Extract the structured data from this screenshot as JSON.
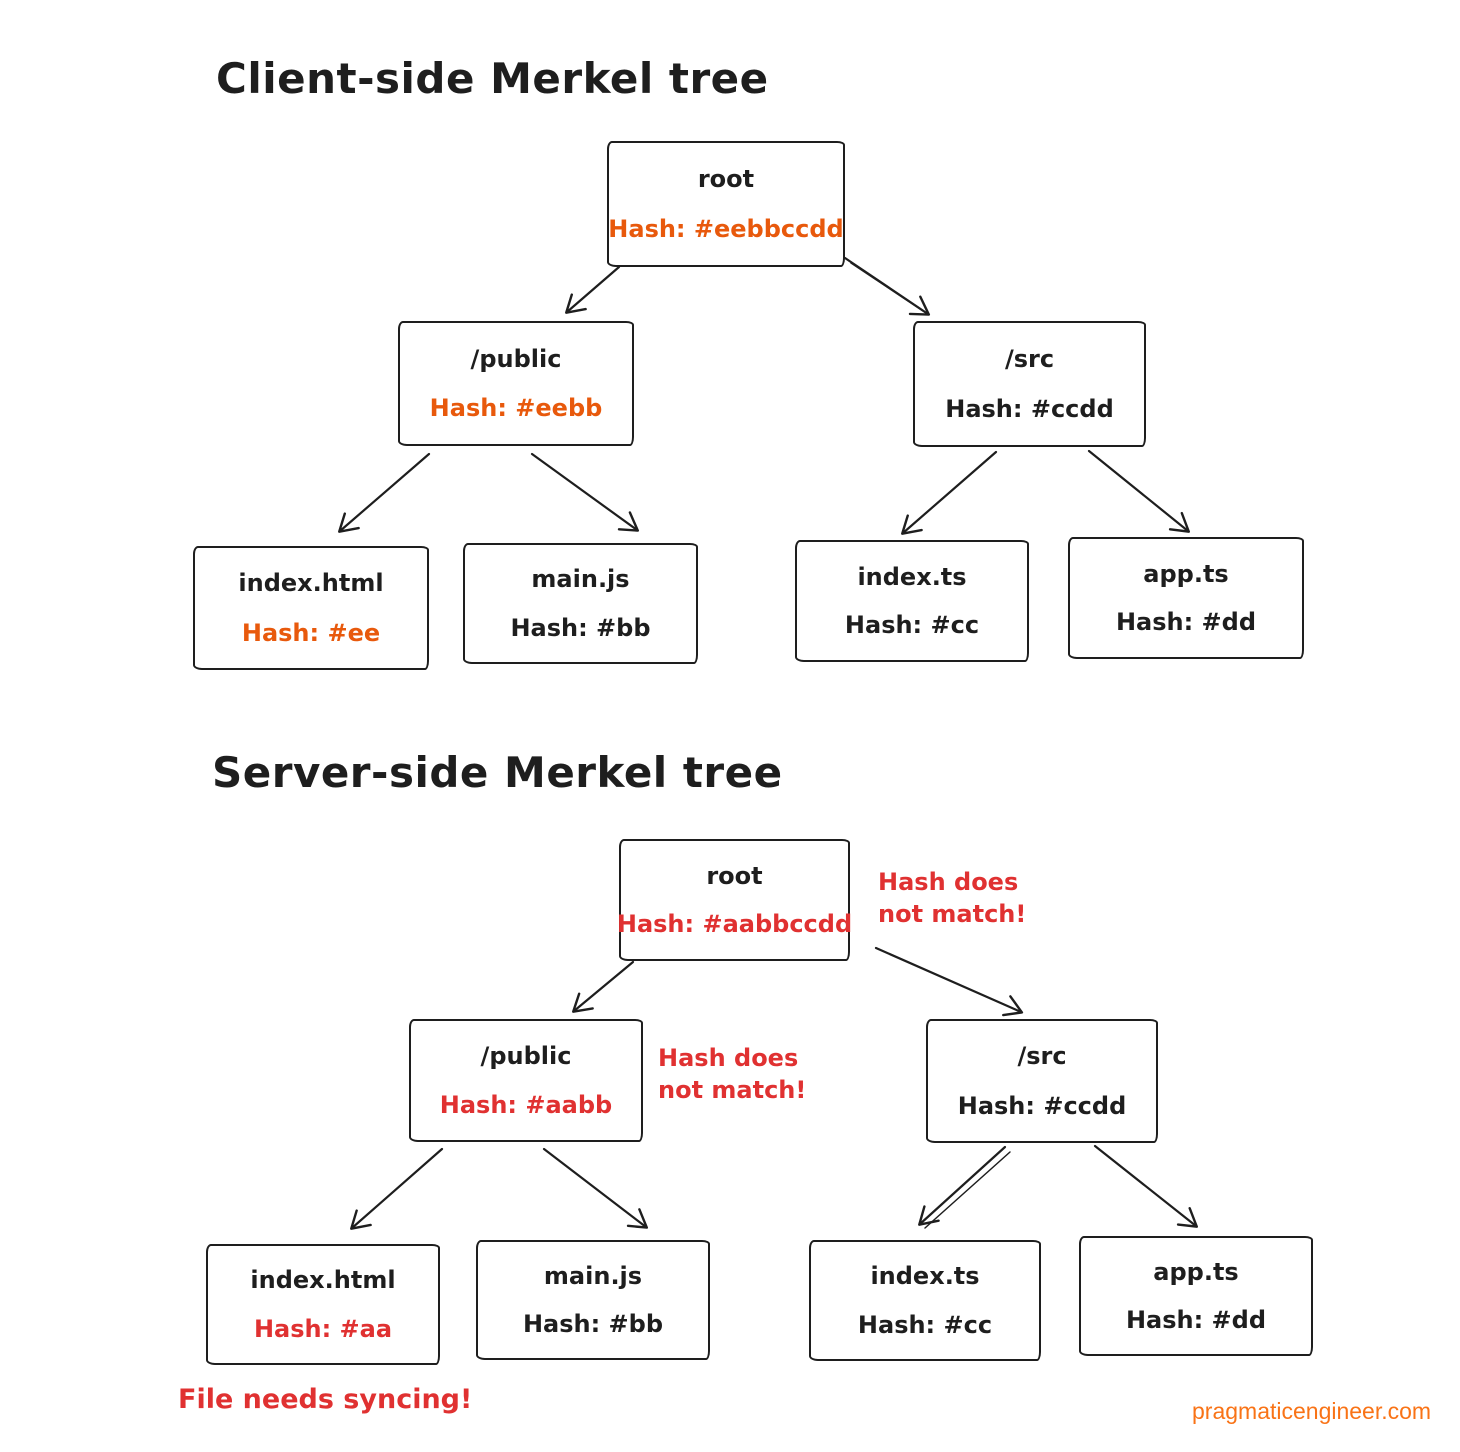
{
  "colors": {
    "ink": "#1e1e1e",
    "orange": "#e8590c",
    "red": "#e03131",
    "watermark_orange": "#f97316"
  },
  "watermark": {
    "text": "pragmaticengineer.com",
    "color": "#f97316"
  },
  "trees": [
    {
      "title": "Client-side Merkel tree",
      "nodes": [
        {
          "label": "root",
          "hash": "Hash: #eebbccdd",
          "hash_color": "orange"
        },
        {
          "label": "/public",
          "hash": "Hash: #eebb",
          "hash_color": "orange"
        },
        {
          "label": "/src",
          "hash": "Hash: #ccdd",
          "hash_color": "ink"
        },
        {
          "label": "index.html",
          "hash": "Hash: #ee",
          "hash_color": "orange"
        },
        {
          "label": "main.js",
          "hash": "Hash: #bb",
          "hash_color": "ink"
        },
        {
          "label": "index.ts",
          "hash": "Hash: #cc",
          "hash_color": "ink"
        },
        {
          "label": "app.ts",
          "hash": "Hash: #dd",
          "hash_color": "ink"
        }
      ]
    },
    {
      "title": "Server-side Merkel tree",
      "nodes": [
        {
          "label": "root",
          "hash": "Hash: #aabbccdd",
          "hash_color": "red"
        },
        {
          "label": "/public",
          "hash": "Hash: #aabb",
          "hash_color": "red"
        },
        {
          "label": "/src",
          "hash": "Hash: #ccdd",
          "hash_color": "ink"
        },
        {
          "label": "index.html",
          "hash": "Hash: #aa",
          "hash_color": "red"
        },
        {
          "label": "main.js",
          "hash": "Hash: #bb",
          "hash_color": "ink"
        },
        {
          "label": "index.ts",
          "hash": "Hash: #cc",
          "hash_color": "ink"
        },
        {
          "label": "app.ts",
          "hash": "Hash: #dd",
          "hash_color": "ink"
        }
      ],
      "annotations": {
        "root_mismatch": {
          "line1": "Hash does",
          "line2": "not match!",
          "color": "red"
        },
        "public_mismatch": {
          "line1": "Hash does",
          "line2": "not match!",
          "color": "red"
        },
        "file_syncing": {
          "text": "File needs syncing!",
          "color": "red"
        }
      }
    }
  ]
}
